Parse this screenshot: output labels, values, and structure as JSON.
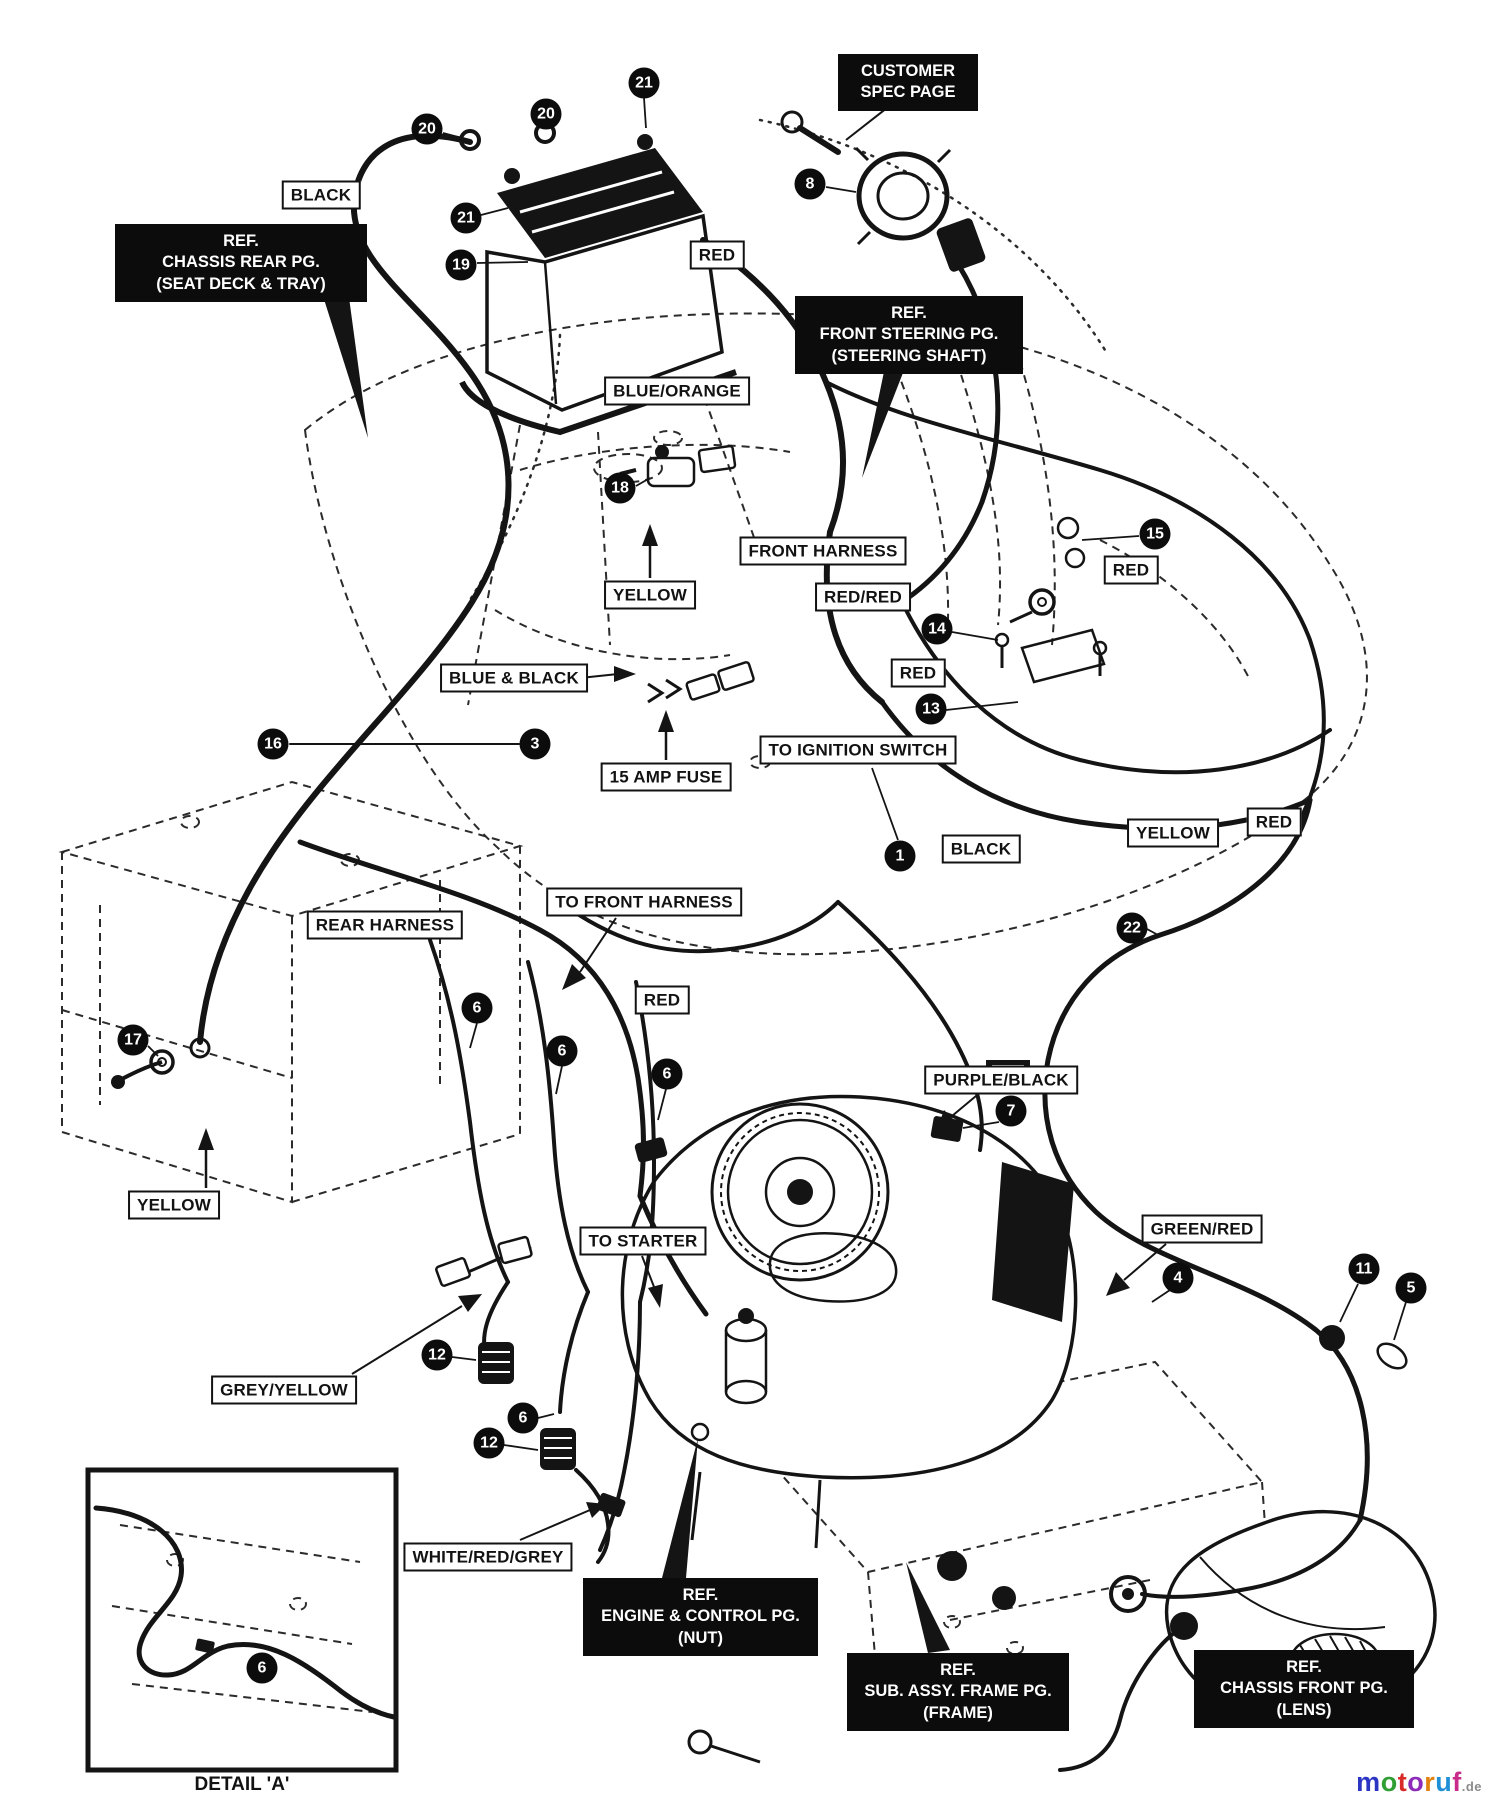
{
  "diagram": {
    "ref_boxes": {
      "customer_spec": "CUSTOMER\nSPEC PAGE",
      "chassis_rear": "REF.\nCHASSIS REAR PG.\n(SEAT DECK & TRAY)",
      "front_steering": "REF.\nFRONT STEERING PG.\n(STEERING SHAFT)",
      "engine_control": "REF.\nENGINE & CONTROL PG.\n(NUT)",
      "sub_assy_frame": "REF.\nSUB. ASSY. FRAME PG.\n(FRAME)",
      "chassis_front": "REF.\nCHASSIS FRONT PG.\n(LENS)"
    },
    "wire_labels": {
      "black_top": "BLACK",
      "red_top": "RED",
      "blue_orange": "BLUE/ORANGE",
      "yellow_mid": "YELLOW",
      "front_harness": "FRONT HARNESS",
      "red_red": "RED/RED",
      "red_right": "RED",
      "red_mid": "RED",
      "blue_black": "BLUE & BLACK",
      "to_ignition_switch": "TO IGNITION SWITCH",
      "amp_fuse": "15 AMP FUSE",
      "black_mid": "BLACK",
      "yellow_right": "YELLOW",
      "red_far_right": "RED",
      "rear_harness": "REAR HARNESS",
      "to_front_harness": "TO FRONT HARNESS",
      "red_lower": "RED",
      "purple_black": "PURPLE/BLACK",
      "yellow_left": "YELLOW",
      "to_starter": "TO STARTER",
      "green_red": "GREEN/RED",
      "grey_yellow": "GREY/YELLOW",
      "white_red_grey": "WHITE/RED/GREY"
    },
    "callouts": {
      "c20a": "20",
      "c20b": "20",
      "c21a": "21",
      "c21b": "21",
      "c19": "19",
      "c8": "8",
      "c18": "18",
      "c15": "15",
      "c14": "14",
      "c13": "13",
      "c16": "16",
      "c3": "3",
      "c1": "1",
      "c22": "22",
      "c17": "17",
      "c6a": "6",
      "c6b": "6",
      "c6c": "6",
      "c6d": "6",
      "c6e": "6",
      "c7": "7",
      "c4": "4",
      "c11": "11",
      "c5": "5",
      "c12a": "12",
      "c12b": "12"
    },
    "detail_a": "DETAIL 'A'",
    "watermark": {
      "tld": ".de",
      "letters": [
        {
          "ch": "m",
          "color": "#2b35c4"
        },
        {
          "ch": "o",
          "color": "#2f9e33"
        },
        {
          "ch": "t",
          "color": "#d92b27"
        },
        {
          "ch": "o",
          "color": "#8c2bb8"
        },
        {
          "ch": "r",
          "color": "#e2820f"
        },
        {
          "ch": "u",
          "color": "#1f8fd6"
        },
        {
          "ch": "f",
          "color": "#c92b8a"
        }
      ]
    }
  }
}
